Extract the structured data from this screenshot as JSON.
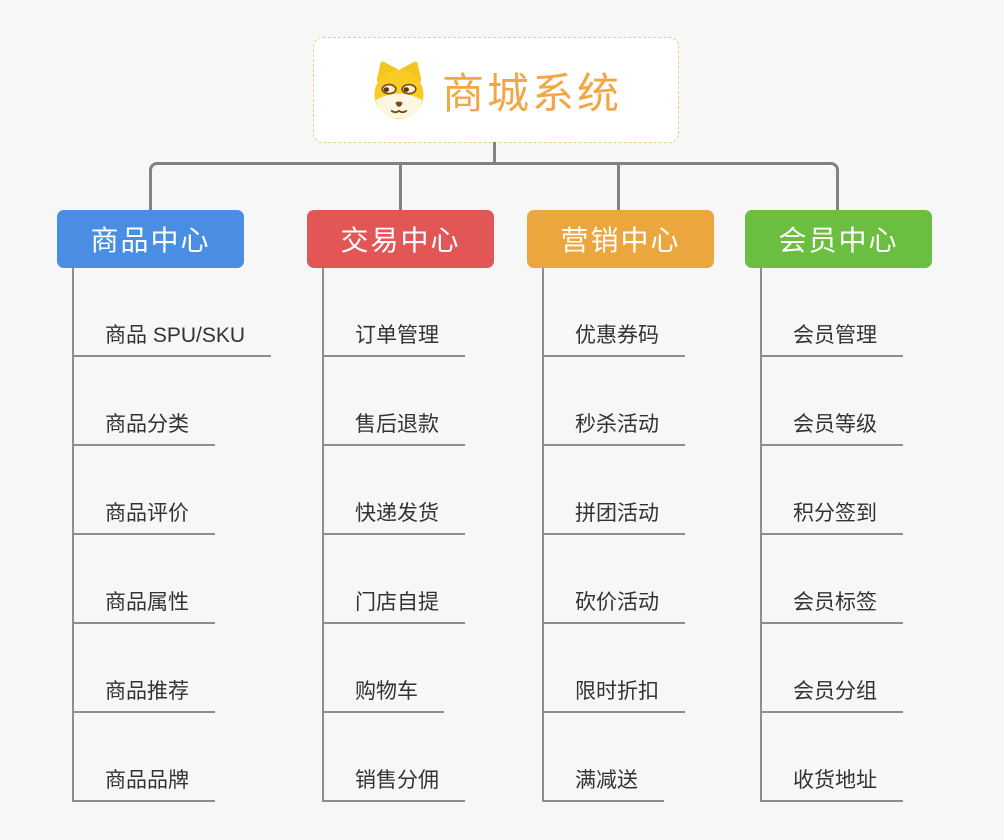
{
  "root": {
    "title": "商城系统",
    "title_color": "#f2a644",
    "border_color": "#f3c98c",
    "icon": "dog-face-icon"
  },
  "connector_color": "#828282",
  "branches": [
    {
      "label": "商品中心",
      "color": "#4a8ee4",
      "children": [
        "商品 SPU/SKU",
        "商品分类",
        "商品评价",
        "商品属性",
        "商品推荐",
        "商品品牌"
      ]
    },
    {
      "label": "交易中心",
      "color": "#e25656",
      "children": [
        "订单管理",
        "售后退款",
        "快递发货",
        "门店自提",
        "购物车",
        "销售分佣"
      ]
    },
    {
      "label": "营销中心",
      "color": "#eba63e",
      "children": [
        "优惠券码",
        "秒杀活动",
        "拼团活动",
        "砍价活动",
        "限时折扣",
        "满减送"
      ]
    },
    {
      "label": "会员中心",
      "color": "#6cbe40",
      "children": [
        "会员管理",
        "会员等级",
        "积分签到",
        "会员标签",
        "会员分组",
        "收货地址"
      ]
    }
  ]
}
